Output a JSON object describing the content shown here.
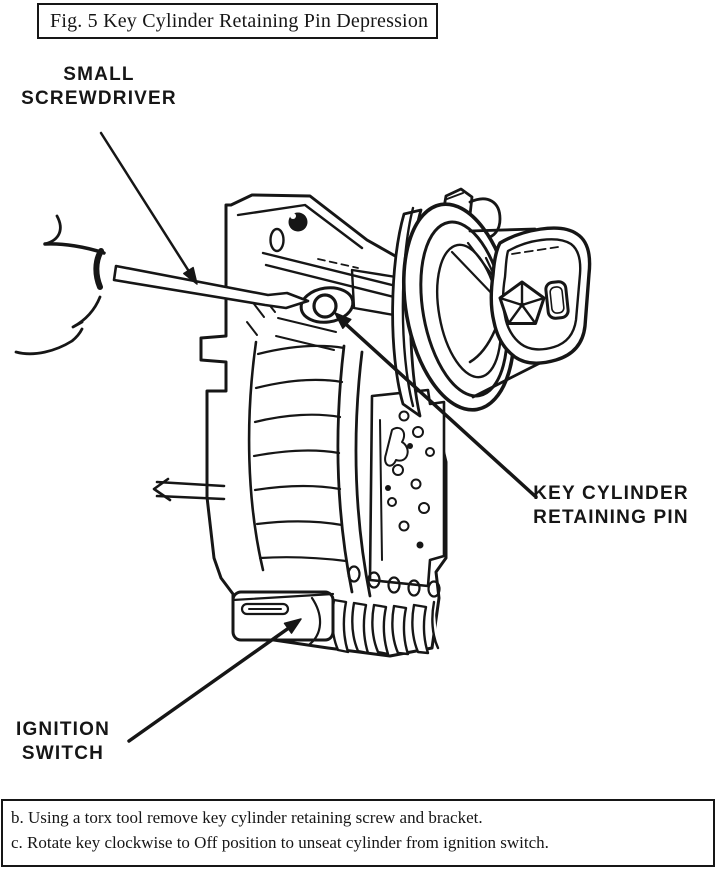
{
  "figure": {
    "title": "Fig. 5 Key Cylinder Retaining Pin Depression"
  },
  "labels": {
    "screwdriver": {
      "line1": "SMALL",
      "line2": "SCREWDRIVER"
    },
    "retaining_pin": {
      "line1": "KEY CYLINDER",
      "line2": "RETAINING PIN"
    },
    "ignition_switch": {
      "line1": "IGNITION",
      "line2": "SWITCH"
    }
  },
  "notes": {
    "step_b": "b. Using a torx tool remove key cylinder retaining screw and bracket.",
    "step_c": "c. Rotate key clockwise to Off position to unseat cylinder from ignition switch."
  },
  "colors": {
    "ink": "#161616",
    "paper": "#ffffff"
  }
}
